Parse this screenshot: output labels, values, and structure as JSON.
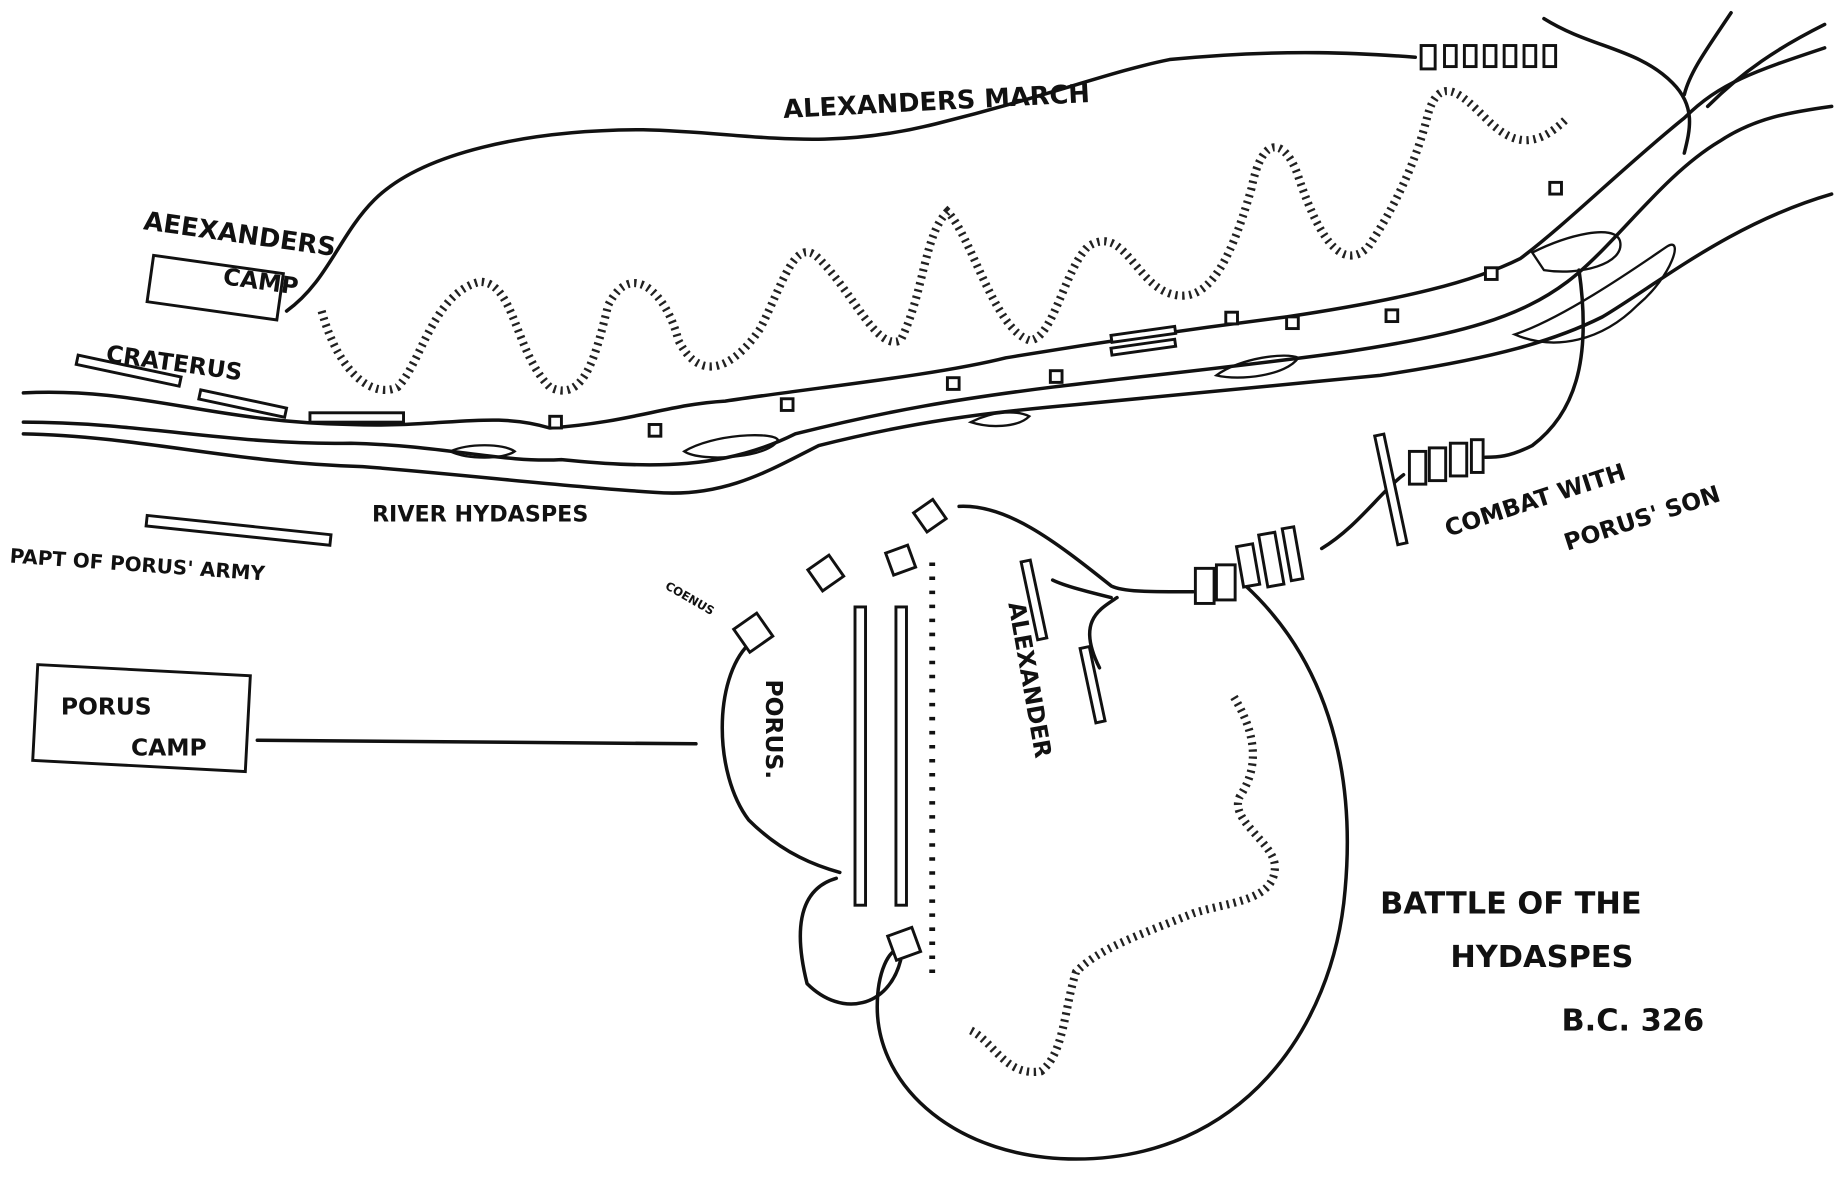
{
  "labels": {
    "alexanders_march": "ALEXANDERS MARCH",
    "alexanders_camp_1": "AEEXANDERS",
    "alexanders_camp_2": "CAMP",
    "craterus": "CRATERUS",
    "river": "RIVER HYDASPES",
    "part_of_porus_army": "PAPT OF PORUS' ARMY",
    "coenus": "COENUS",
    "porus_camp_1": "PORUS",
    "porus_camp_2": "CAMP",
    "porus": "PORUS.",
    "alexander": "ALEXANDER",
    "combat_1": "COMBAT WITH",
    "combat_2": "PORUS' SON",
    "title_1": "BATTLE OF THE",
    "title_2": "HYDASPES",
    "title_3": "B.C. 326"
  }
}
